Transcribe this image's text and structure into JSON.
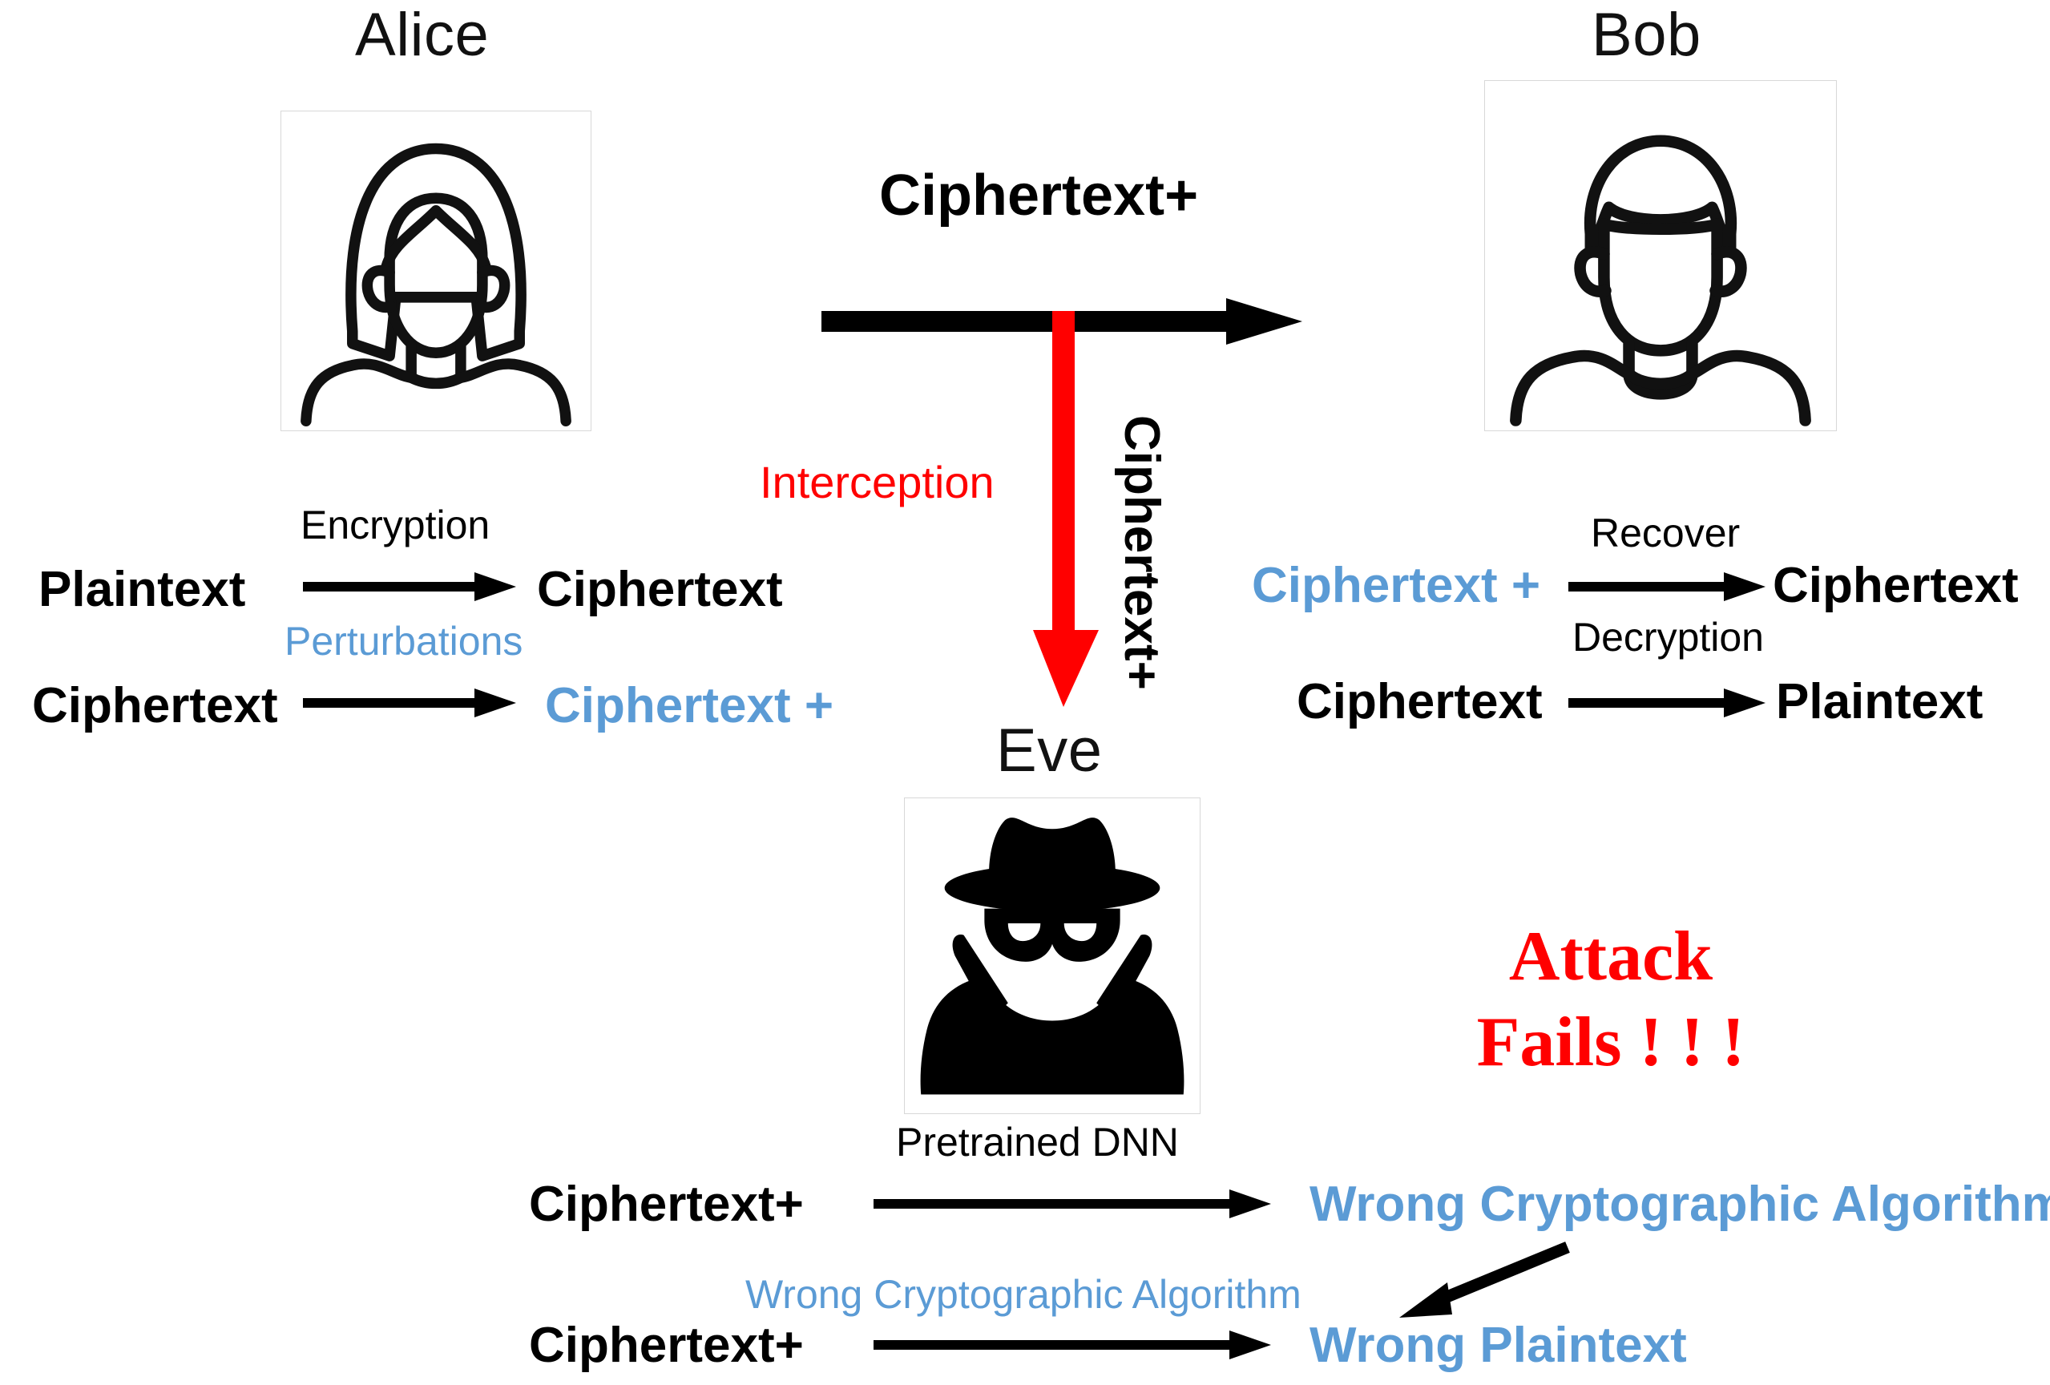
{
  "actors": {
    "alice": {
      "name": "Alice",
      "icon": "woman-avatar-icon"
    },
    "bob": {
      "name": "Bob",
      "icon": "man-avatar-icon"
    },
    "eve": {
      "name": "Eve",
      "icon": "spy-avatar-icon"
    }
  },
  "channel": {
    "label": "Ciphertext+",
    "vertical_label": "Ciphertext+",
    "interception_label": "Interception",
    "arrow_color": "#000000",
    "interception_color": "#FF0000"
  },
  "alice_ops": {
    "row1": {
      "source": "Plaintext",
      "label": "Encryption",
      "target": "Ciphertext",
      "target_color": "#000000"
    },
    "row2": {
      "source": "Ciphertext",
      "label": "Perturbations",
      "target": "Ciphertext +",
      "target_color": "#5B9BD5",
      "label_color": "#5B9BD5"
    }
  },
  "bob_ops": {
    "row1": {
      "source": "Ciphertext +",
      "source_color": "#5B9BD5",
      "label": "Recover",
      "target": "Ciphertext"
    },
    "row2": {
      "source": "Ciphertext",
      "label": "Decryption",
      "target": "Plaintext"
    }
  },
  "eve_ops": {
    "row1": {
      "source": "Ciphertext+",
      "label": "Pretrained DNN",
      "target": "Wrong Cryptographic Algorithm",
      "target_color": "#5B9BD5"
    },
    "row2": {
      "source": "Ciphertext+",
      "label": "Wrong Cryptographic Algorithm",
      "label_color": "#5B9BD5",
      "target": "Wrong Plaintext",
      "target_color": "#5B9BD5"
    }
  },
  "outcome": {
    "line1": "Attack",
    "line2": "Fails ! ! !",
    "color": "#FF0000"
  },
  "palette": {
    "accent_blue": "#5B9BD5",
    "alert_red": "#FF0000",
    "ink": "#000000",
    "background": "#FFFFFF"
  }
}
